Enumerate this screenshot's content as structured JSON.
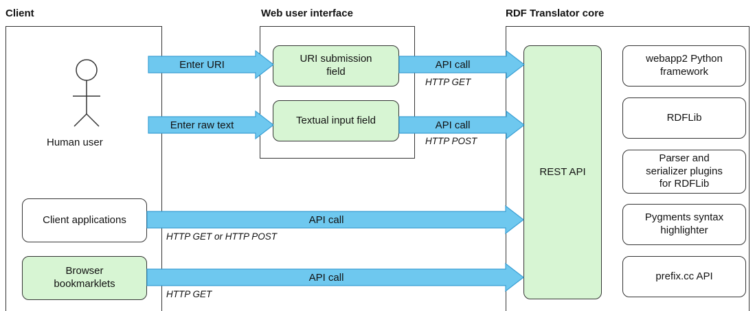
{
  "headings": {
    "client": "Client",
    "web_ui": "Web user interface",
    "core": "RDF Translator core"
  },
  "actor": {
    "label": "Human user"
  },
  "client_boxes": {
    "client_applications": "Client applications",
    "browser_bookmarklets": "Browser\nbookmarklets"
  },
  "web_ui_boxes": {
    "uri_submission": "URI submission\nfield",
    "textual_input": "Textual input field"
  },
  "core_boxes": {
    "rest_api": "REST API",
    "components": [
      "webapp2 Python\nframework",
      "RDFLib",
      "Parser and\nserializer plugins\nfor RDFLib",
      "Pygments syntax\nhighlighter",
      "prefix.cc API"
    ]
  },
  "arrows": {
    "enter_uri": "Enter URI",
    "enter_raw_text": "Enter raw text",
    "api_call_get": "API call",
    "api_call_post": "API call",
    "api_call_clients": "API call",
    "api_call_bookmarklets": "API call"
  },
  "notes": {
    "http_get_1": "HTTP GET",
    "http_post": "HTTP POST",
    "http_get_or_post": "HTTP GET or HTTP POST",
    "http_get_2": "HTTP GET"
  },
  "colors": {
    "arrow_fill": "#6ec8ef",
    "arrow_stroke": "#3a9fd4",
    "green_box": "#d7f5d3"
  }
}
